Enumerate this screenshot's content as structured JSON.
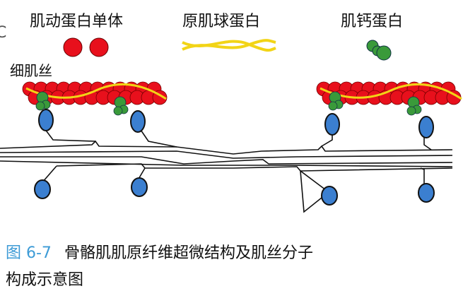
{
  "panel_letter": "C",
  "labels": {
    "actin_monomer": "肌动蛋白单体",
    "tropomyosin": "原肌球蛋白",
    "troponin": "肌钙蛋白",
    "thin_filament": "细肌丝"
  },
  "caption": {
    "figure_number": "图 6-7",
    "line1": "骨骼肌肌原纤维超微结构及肌丝分子",
    "line2": "构成示意图"
  },
  "colors": {
    "actin": "#e8101c",
    "tropomyosin": "#f2d416",
    "troponin": "#3a9a3a",
    "myosin_head": "#3b7fd0",
    "caption_accent": "#3d9bd6"
  }
}
